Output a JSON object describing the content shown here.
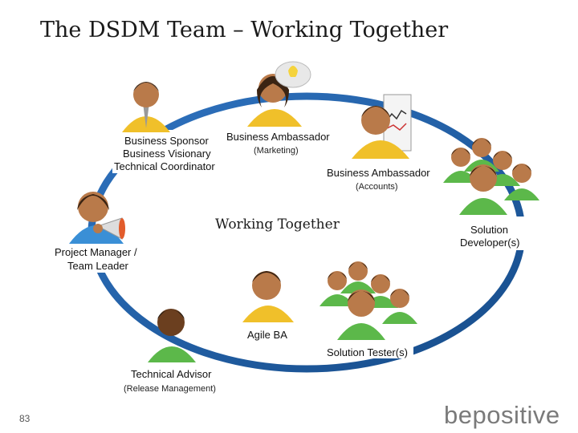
{
  "slide": {
    "title": "The DSDM Team – Working Together",
    "center_text": "Working Together",
    "page_number": "83"
  },
  "roles": {
    "sponsor_1": "Business Sponsor",
    "sponsor_2": "Business Visionary",
    "sponsor_3": "Technical Coordinator",
    "amb_marketing": "Business Ambassador",
    "amb_marketing_sub": "(Marketing)",
    "amb_accounts": "Business Ambassador",
    "amb_accounts_sub": "(Accounts)",
    "developers_1": "Solution",
    "developers_2": "Developer(s)",
    "testers": "Solution Tester(s)",
    "agile_ba": "Agile BA",
    "tech_advisor": "Technical Advisor",
    "tech_advisor_sub": "(Release Management)",
    "pm_1": "Project Manager /",
    "pm_2": "Team Leader"
  },
  "logo": {
    "left": "bep",
    "mid": "o",
    "right": "sitive"
  },
  "colors": {
    "ring": "#1f5fa6",
    "skin": "#b97a4a",
    "hair": "#3b2413",
    "yellow_shirt": "#f0c02a",
    "green_shirt": "#5cb84a",
    "blue_shirt": "#3a8fd6"
  }
}
